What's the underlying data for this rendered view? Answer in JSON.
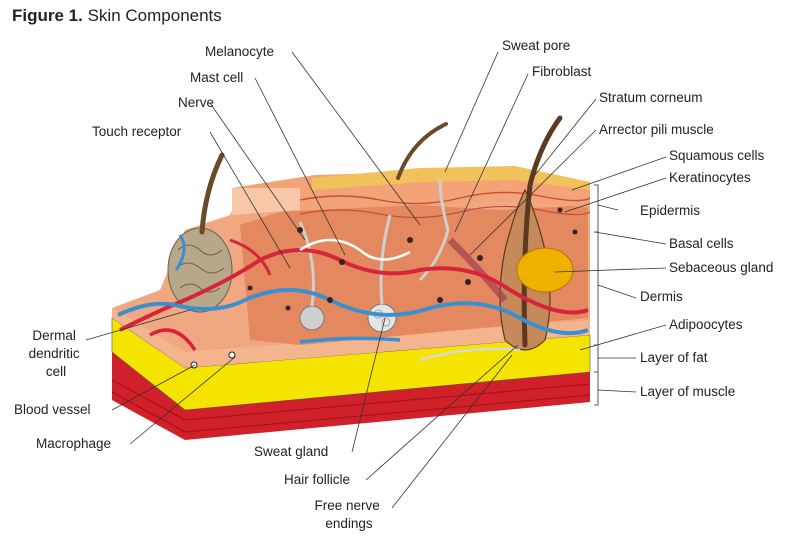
{
  "figure": {
    "number": "Figure 1.",
    "title": "Skin Components"
  },
  "labels": {
    "melanocyte": "Melanocyte",
    "mast_cell": "Mast cell",
    "nerve": "Nerve",
    "touch_receptor": "Touch receptor",
    "dermal_dendritic_cell": [
      "Dermal",
      "dendritic",
      "cell"
    ],
    "blood_vessel": "Blood vessel",
    "macrophage": "Macrophage",
    "sweat_gland": "Sweat gland",
    "hair_follicle": "Hair follicle",
    "free_nerve_endings": [
      "Free nerve",
      "endings"
    ],
    "sweat_pore": "Sweat pore",
    "fibroblast": "Fibroblast",
    "stratum_corneum": "Stratum corneum",
    "arrector_pili_muscle": "Arrector pili muscle",
    "squamous_cells": "Squamous cells",
    "keratinocytes": "Keratinocytes",
    "epidermis": "Epidermis",
    "basal_cells": "Basal cells",
    "sebaceous_gland": "Sebaceous gland",
    "dermis": "Dermis",
    "adipoocytes": "Adipoocytes",
    "layer_of_fat": "Layer of fat",
    "layer_of_muscle": "Layer of muscle"
  },
  "colors": {
    "epidermis_top": "#f2c25a",
    "dermis": "#f0a882",
    "dermis_dark": "#e0784f",
    "fat": "#f4e400",
    "muscle": "#d0202a",
    "vessel_red": "#d8243a",
    "vessel_blue": "#3a8fd0",
    "hair": "#6b4a2a",
    "gland": "#d9d9d9",
    "touch_receptor": "#b8a88a"
  }
}
